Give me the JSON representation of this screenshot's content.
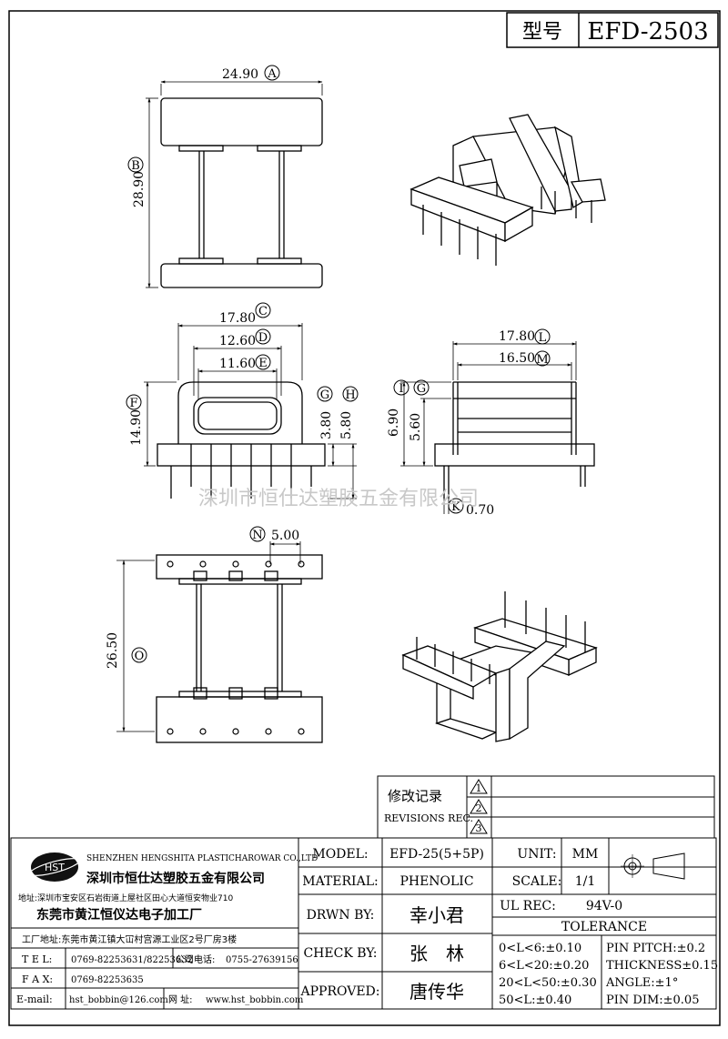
{
  "header": {
    "model_label": "型号",
    "model_value": "EFD-2503"
  },
  "dimensions": {
    "A": {
      "letter": "A",
      "value": "24.90"
    },
    "B": {
      "letter": "B",
      "value": "28.90"
    },
    "C": {
      "letter": "C",
      "value": "17.80"
    },
    "D": {
      "letter": "D",
      "value": "12.60"
    },
    "E": {
      "letter": "E",
      "value": "11.60"
    },
    "F": {
      "letter": "F",
      "value": "14.90"
    },
    "G": {
      "letter": "G",
      "value": "3.80"
    },
    "H": {
      "letter": "H",
      "value": "5.80"
    },
    "I": {
      "letter": "I",
      "value": "6.90"
    },
    "G2": {
      "letter": "G",
      "value": "5.60"
    },
    "K": {
      "letter": "K",
      "value": "0.70"
    },
    "L": {
      "letter": "L",
      "value": "17.80"
    },
    "M": {
      "letter": "M",
      "value": "16.50"
    },
    "N": {
      "letter": "N",
      "value": "5.00"
    },
    "O": {
      "letter": "O",
      "value": "26.50"
    }
  },
  "watermark": "深圳市恒仕达塑胶五金有限公司",
  "revisions": {
    "title": "修改记录",
    "subtitle": "REVISIONS REC.",
    "marks": [
      "1",
      "2",
      "3"
    ]
  },
  "company": {
    "logo": "HST",
    "name_en": "SHENZHEN HENGSHITA PLASTICHAROWAR CO.,LTD",
    "name_cn": "深圳市恒仕达塑胶五金有限公司",
    "address": "地址:深圳市宝安区石岩街道上屋社区田心大道恒安物业710",
    "factory": "东莞市黄江恒仪达电子加工厂",
    "factory_address": "工厂地址:东莞市黄江镇大冚村宫源工业区2号厂房3楼",
    "tel_label": "T E L:",
    "tel": "0769-82253631/82253632",
    "phone_label": "公司电话:",
    "phone": "0755-27639156",
    "fax_label": "F A X:",
    "fax": "0769-82253635",
    "email_label": "E-mail:",
    "email": "hst_bobbin@126.com",
    "web_label": "网 址:",
    "web": "www.hst_bobbin.com"
  },
  "spec": {
    "model_label": "MODEL:",
    "model": "EFD-25(5+5P)",
    "material_label": "MATERIAL:",
    "material": "PHENOLIC",
    "drawn_label": "DRWN BY:",
    "drawn": "幸小君",
    "check_label": "CHECK BY:",
    "check": "张　林",
    "approved_label": "APPROVED:",
    "approved": "唐传华",
    "unit_label": "UNIT:",
    "unit": "MM",
    "scale_label": "SCALE:",
    "scale": "1/1",
    "ul_label": "UL REC:",
    "ul": "94V-0",
    "tolerance_label": "TOLERANCE",
    "tol_left": [
      "0<L<6:±0.10",
      "6<L<20:±0.20",
      "20<L<50:±0.30",
      "50<L:±0.40"
    ],
    "tol_right": [
      "PIN PITCH:±0.2",
      "THICKNESS±0.15",
      "ANGLE:±1°",
      "PIN DIM:±0.05"
    ]
  }
}
